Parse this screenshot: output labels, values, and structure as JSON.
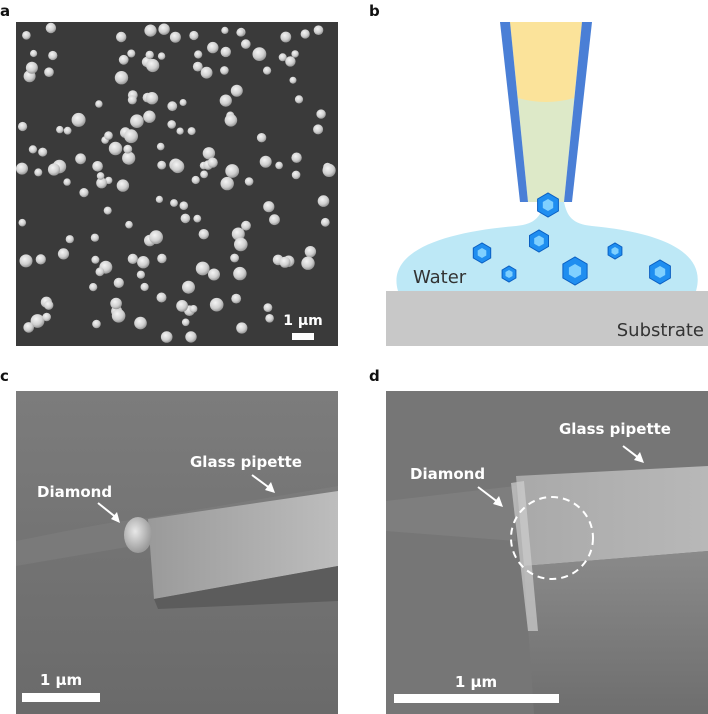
{
  "panels": {
    "a": {
      "letter": "a",
      "scale_bar": "1 µm",
      "particle_count": 170
    },
    "b": {
      "letter": "b",
      "water_label": "Water",
      "substrate_label": "Substrate",
      "colors": {
        "pipette_wall": "#4a7fd6",
        "pipette_upper": "#fbe39a",
        "pipette_lower": "#dde9c8",
        "water": "#bde8f6",
        "substrate": "#c8c8c8",
        "diamond": "#1f8ef0"
      }
    },
    "c": {
      "letter": "c",
      "label_diamond": "Diamond",
      "label_pipette": "Glass pipette",
      "scale_bar": "1 µm"
    },
    "d": {
      "letter": "d",
      "label_diamond": "Diamond",
      "label_pipette": "Glass pipette",
      "scale_bar": "1 µm"
    }
  }
}
